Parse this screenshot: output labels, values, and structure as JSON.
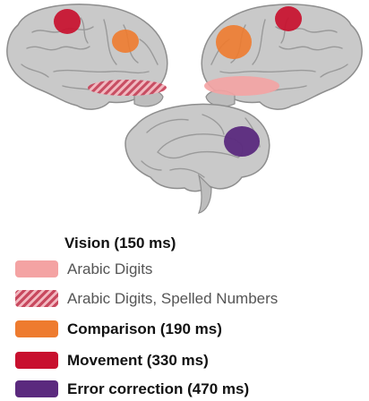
{
  "legend": {
    "heading": "Vision (150 ms)",
    "items": [
      {
        "label": "Arabic Digits",
        "color": "#f4a3a3",
        "style": "solid",
        "weight": "light"
      },
      {
        "label": "Arabic Digits, Spelled Numbers",
        "color": "#d25a6a",
        "style": "hatched",
        "weight": "light"
      },
      {
        "label": "Comparison (190 ms)",
        "color": "#ee7b2f",
        "style": "solid",
        "weight": "bold"
      },
      {
        "label": "Movement (330 ms)",
        "color": "#c8102e",
        "style": "solid",
        "weight": "bold"
      },
      {
        "label": "Error correction (470 ms)",
        "color": "#5b2a7e",
        "style": "solid",
        "weight": "bold"
      }
    ]
  },
  "colors": {
    "brain_fill": "#c9c9c9",
    "brain_stroke": "#8e8e8e",
    "vision_digits": "#f4a3a3",
    "vision_spelled": "#d25a6a",
    "comparison": "#ee7b2f",
    "movement": "#c8102e",
    "error_correction": "#5b2a7e"
  }
}
